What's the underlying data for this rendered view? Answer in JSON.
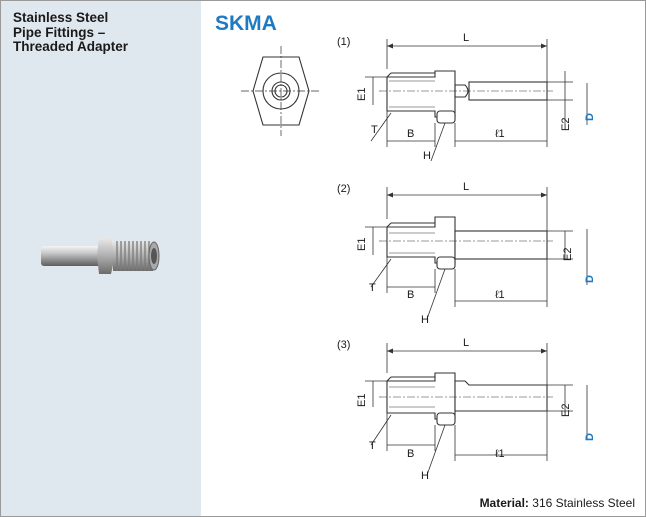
{
  "sidebar": {
    "title_lines": [
      "Stainless Steel",
      "Pipe Fittings –",
      "Threaded Adapter"
    ]
  },
  "header": {
    "code": "SKMA"
  },
  "variants": [
    {
      "label": "(1)"
    },
    {
      "label": "(2)"
    },
    {
      "label": "(3)"
    }
  ],
  "dimensions": {
    "L": "L",
    "E1": "E1",
    "E2": "E2",
    "D": "D",
    "T": "T",
    "B": "B",
    "H": "H",
    "l1": "ℓ1"
  },
  "footer": {
    "material_label": "Material:",
    "material_value": "316 Stainless Steel"
  },
  "colors": {
    "accent": "#1f7ac2",
    "sidebar_bg": "#dfe7ef"
  }
}
